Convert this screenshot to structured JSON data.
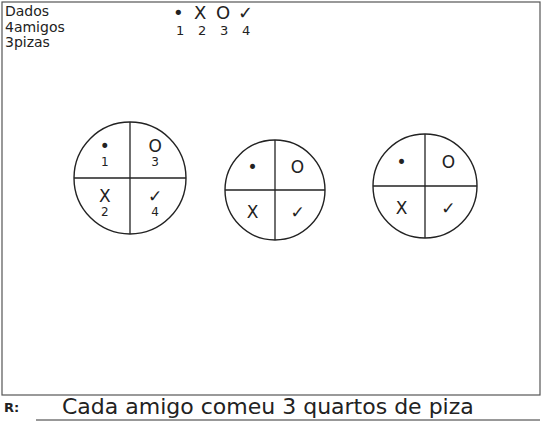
{
  "diagram": {
    "nodes": [
      {
        "text": []
      },
      {
        "text": [
          "•",
          "1"
        ],
        "in": 0
      },
      {
        "text": [
          "O",
          "3"
        ],
        "in": 0
      },
      {
        "text": [
          "X",
          "2"
        ],
        "in": 0
      },
      {
        "text": [
          "✓",
          "4"
        ],
        "in": 0
      },
      {
        "text": []
      },
      {
        "text": [
          "•"
        ],
        "in": 5
      },
      {
        "text": [
          "O"
        ],
        "in": 5
      },
      {
        "text": [
          "X"
        ],
        "in": 5
      },
      {
        "text": [
          "✓"
        ],
        "in": 5
      },
      {
        "text": []
      },
      {
        "text": [
          "•"
        ],
        "in": 10
      },
      {
        "text": [
          "O"
        ],
        "in": 10
      },
      {
        "text": [
          "X"
        ],
        "in": 10
      },
      {
        "text": [
          "✓"
        ],
        "in": 10
      }
    ],
    "labels": [
      "Dados",
      "4amigos",
      "3pizas",
      "•",
      "X",
      "O",
      "✓",
      "1",
      "2",
      "3",
      "4",
      "R:",
      "Cada amigo comeu 3 quartos de piza"
    ]
  }
}
